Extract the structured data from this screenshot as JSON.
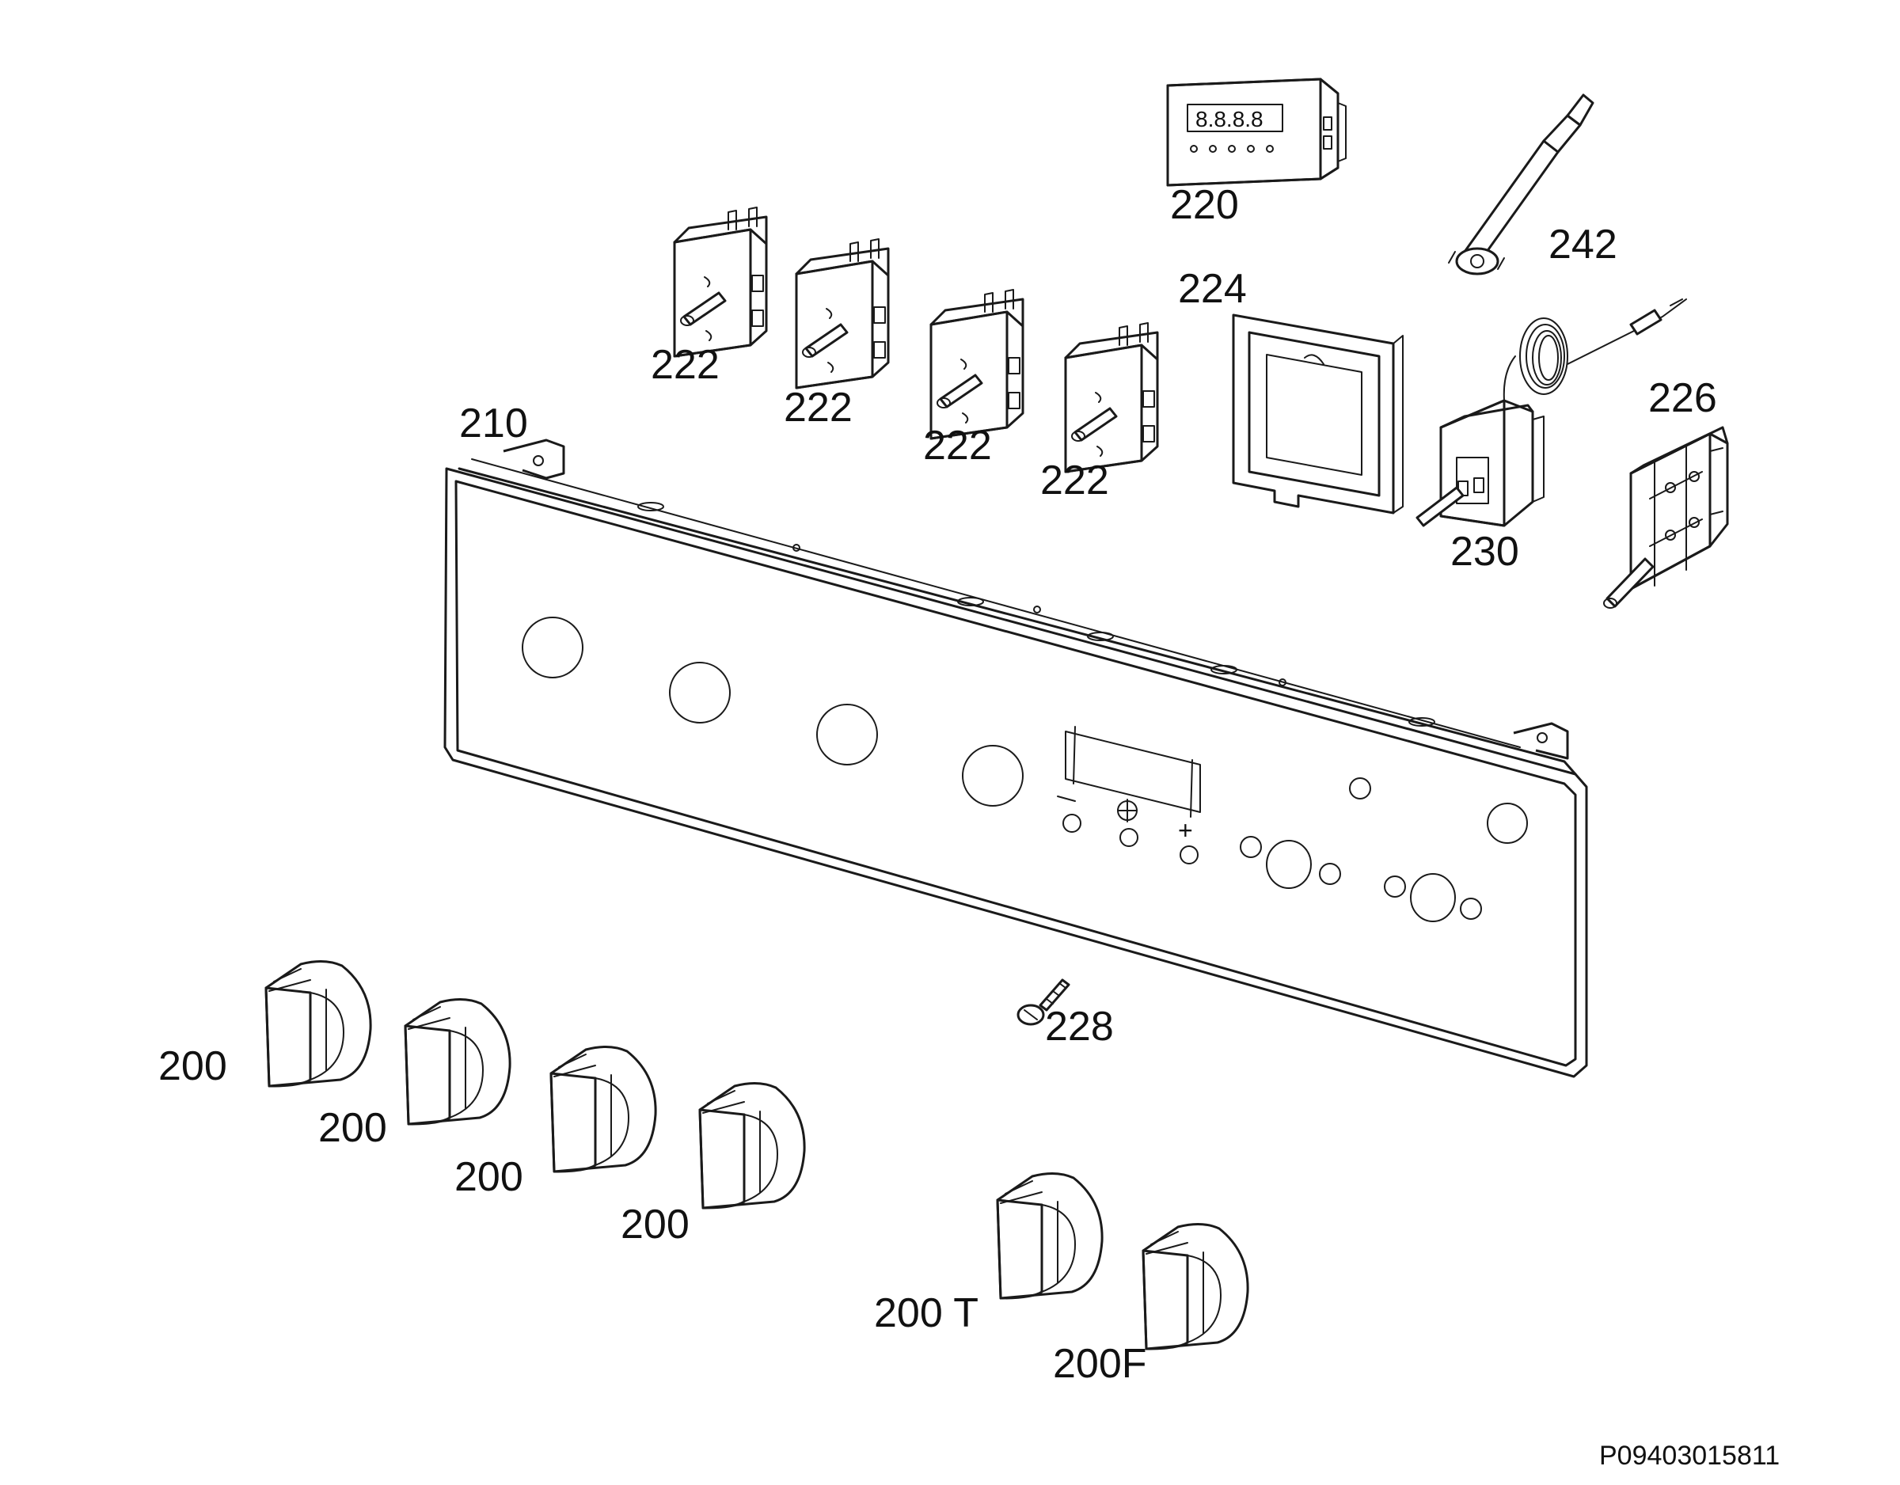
{
  "diagram": {
    "labels": {
      "knob_a": "200",
      "knob_b": "200",
      "knob_c": "200",
      "knob_d": "200",
      "knob_t": "200 T",
      "knob_f": "200F",
      "panel": "210",
      "timer": "220",
      "switch_a": "222",
      "switch_b": "222",
      "switch_c": "222",
      "switch_d": "222",
      "bracket": "224",
      "selector": "226",
      "screw": "228",
      "thermostat": "230",
      "lamp": "242"
    },
    "drawing_code": "P09403015811",
    "panel_symbols": {
      "minus": "−",
      "clock": "⊕",
      "plus": "+"
    },
    "timer_display": "8.8.8.8"
  }
}
